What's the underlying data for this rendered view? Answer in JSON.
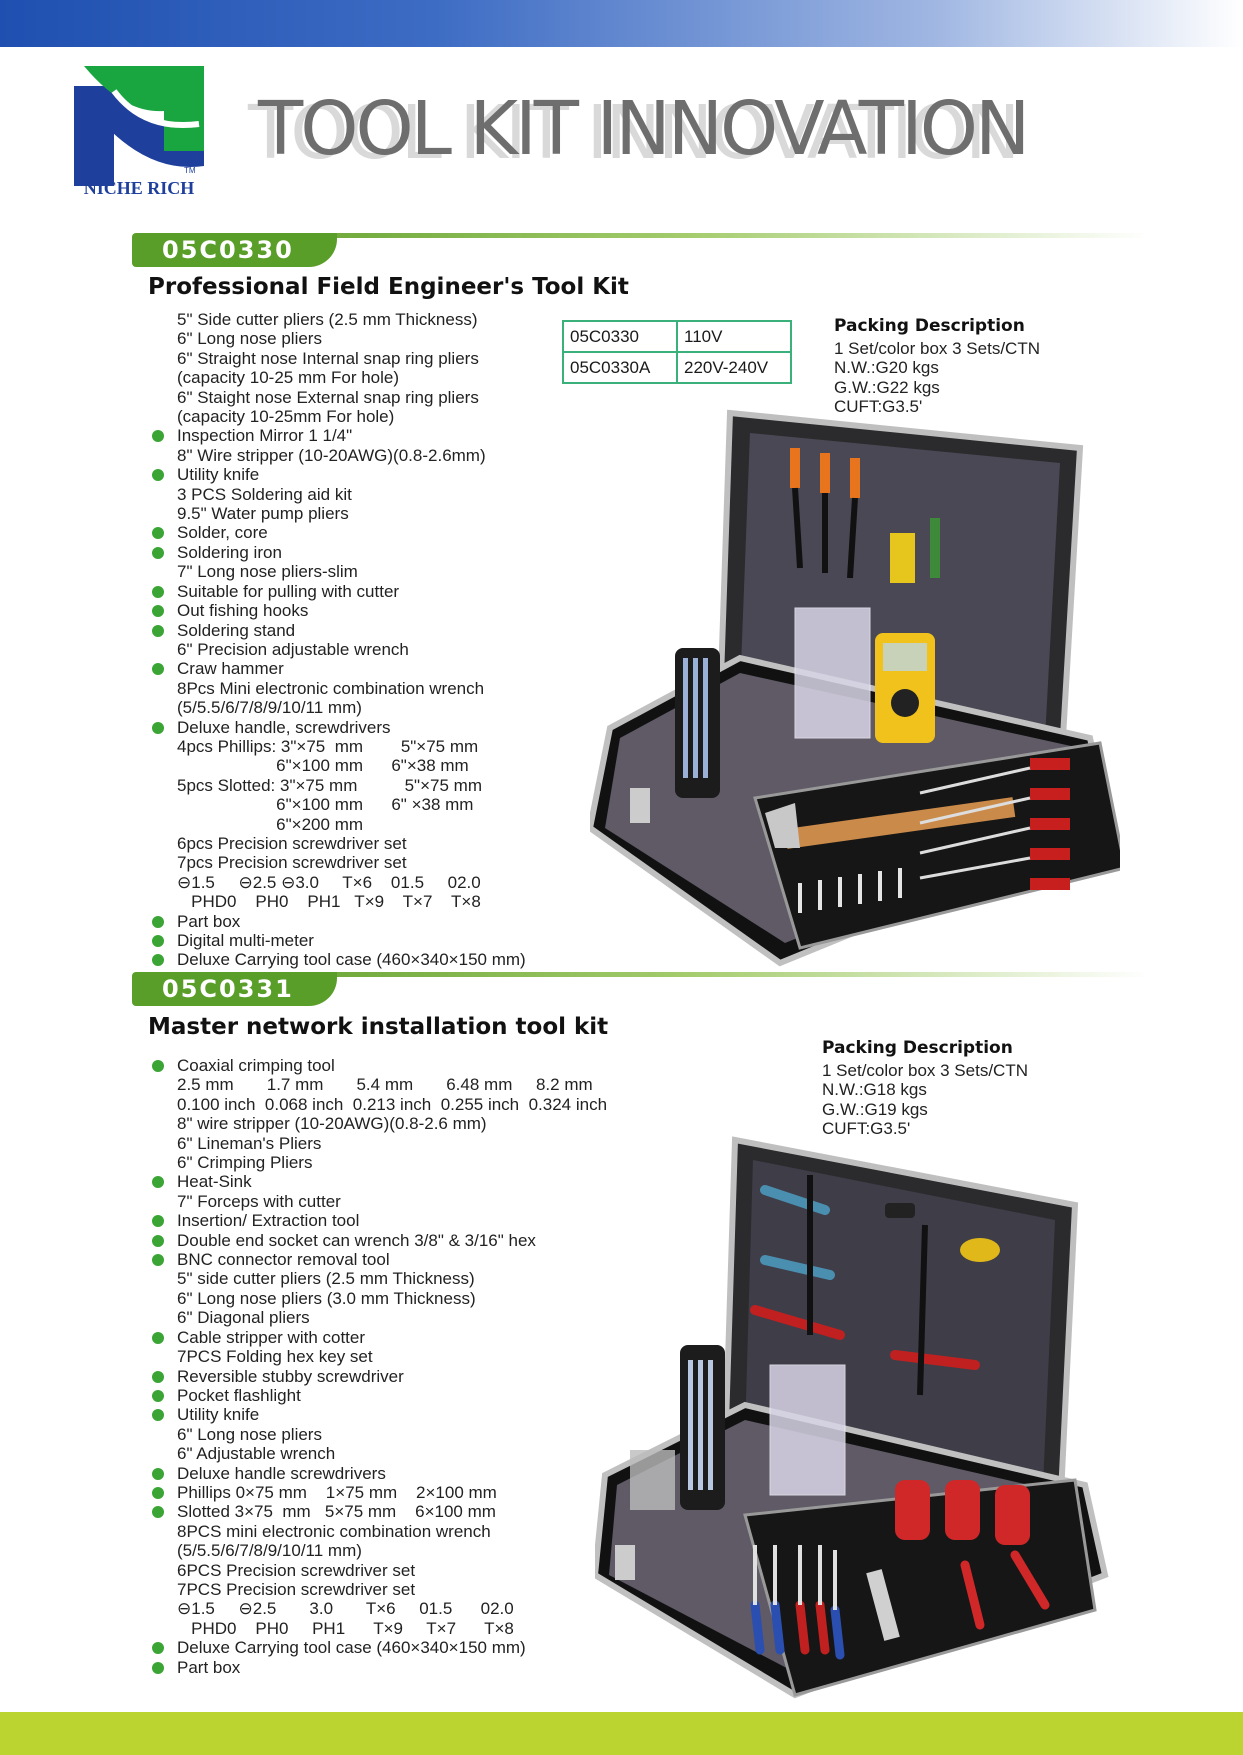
{
  "brand": {
    "name": "NICHE RICH",
    "tm": "TM"
  },
  "page_title": "TOOL KIT INNOVATION",
  "colors": {
    "accent_green": "#5a9e2a",
    "bullet_green": "#3aa535",
    "brand_blue": "#1e3f9c",
    "brand_green": "#19a640",
    "bottom_band": "#bcd430"
  },
  "kits": [
    {
      "code": "05C0330",
      "title": "Professional Field Engineer's Tool Kit",
      "items": [
        "5\" Side cutter pliers (2.5 mm Thickness)",
        "6\" Long nose pliers",
        "6\" Straight nose Internal snap ring pliers",
        "(capacity 10-25 mm For hole)",
        "6\" Staight nose External snap ring pliers",
        "(capacity 10-25mm For hole)",
        "Inspection Mirror 1 1/4\"",
        "8\" Wire stripper (10-20AWG)(0.8-2.6mm)",
        "Utility knife",
        "3 PCS Soldering aid kit",
        "9.5\" Water pump pliers",
        "Solder, core",
        "Soldering iron",
        "7\" Long nose pliers-slim",
        "Suitable for pulling with cutter",
        "Out fishing hooks",
        "Soldering stand",
        "6\" Precision adjustable wrench",
        "Craw hammer",
        "8Pcs Mini electronic combination wrench",
        "(5/5.5/6/7/8/9/10/11 mm)",
        "Deluxe handle, screwdrivers",
        "4pcs Phillips: 3\"×75  mm        5\"×75 mm",
        "                     6\"×100 mm      6\"×38 mm",
        "5pcs Slotted: 3\"×75 mm          5\"×75 mm",
        "                     6\"×100 mm      6\" ×38 mm",
        "                     6\"×200 mm",
        "6pcs Precision screwdriver set",
        "7pcs Precision screwdriver set",
        "⊖1.5     ⊖2.5 ⊖3.0     T×6    01.5     02.0",
        "   PHD0    PH0    PH1   T×9    T×7    T×8",
        "Part box",
        "Digital multi-meter",
        "Deluxe Carrying tool case (460×340×150 mm)"
      ],
      "models": [
        [
          "05C0330",
          "110V"
        ],
        [
          "05C0330A",
          "220V-240V"
        ]
      ],
      "packing": {
        "heading": "Packing Description",
        "lines": [
          "1 Set/color box 3 Sets/CTN",
          "N.W.:G20 kgs",
          "G.W.:G22 kgs",
          "CUFT:G3.5'"
        ]
      }
    },
    {
      "code": "05C0331",
      "title": "Master network installation tool kit",
      "items": [
        "Coaxial crimping tool",
        "2.5 mm       1.7 mm       5.4 mm       6.48 mm     8.2 mm",
        "0.100 inch  0.068 inch  0.213 inch  0.255 inch  0.324 inch",
        "8\" wire stripper (10-20AWG)(0.8-2.6 mm)",
        "6\" Lineman's Pliers",
        "6\" Crimping Pliers",
        "Heat-Sink",
        "7\" Forceps with cutter",
        "Insertion/ Extraction tool",
        "Double end socket can wrench 3/8\" & 3/16\" hex",
        "BNC connector removal tool",
        "5\" side cutter pliers (2.5 mm Thickness)",
        "6\" Long nose pliers (3.0 mm Thickness)",
        "6\" Diagonal pliers",
        "Cable stripper with cotter",
        "7PCS Folding hex key set",
        "Reversible stubby screwdriver",
        "Pocket flashlight",
        "Utility knife",
        "6\" Long nose pliers",
        "6\" Adjustable wrench",
        "Deluxe handle screwdrivers",
        "Phillips 0×75 mm    1×75 mm    2×100 mm",
        "Slotted 3×75  mm   5×75 mm    6×100 mm",
        "8PCS mini electronic combination wrench",
        "(5/5.5/6/7/8/9/10/11 mm)",
        "6PCS Precision screwdriver set",
        "7PCS Precision screwdriver set",
        "⊖1.5     ⊖2.5       3.0       T×6     01.5      02.0",
        "   PHD0    PH0     PH1      T×9     T×7      T×8",
        "Deluxe Carrying tool case (460×340×150 mm)",
        "Part box"
      ],
      "packing": {
        "heading": "Packing Description",
        "lines": [
          "1 Set/color box 3 Sets/CTN",
          "N.W.:G18 kgs",
          "G.W.:G19 kgs",
          "CUFT:G3.5'"
        ]
      }
    }
  ]
}
